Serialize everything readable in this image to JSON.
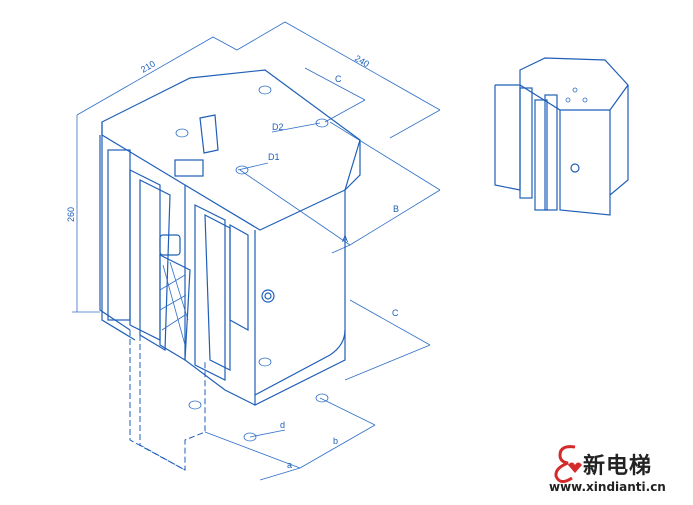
{
  "drawing": {
    "dimensions": {
      "width": "210",
      "depth": "240",
      "height": "260",
      "c_top": "C",
      "c_bottom": "C",
      "d1": "D1",
      "d2": "D2",
      "a_upper": "A",
      "b_upper": "B",
      "a_lower": "a",
      "b_lower": "b",
      "d_lower": "d"
    },
    "line_color": "#1f5fb8"
  },
  "logo": {
    "name": "新电梯",
    "url": "www.xindianti.cn",
    "accent": "#d42a2a"
  }
}
